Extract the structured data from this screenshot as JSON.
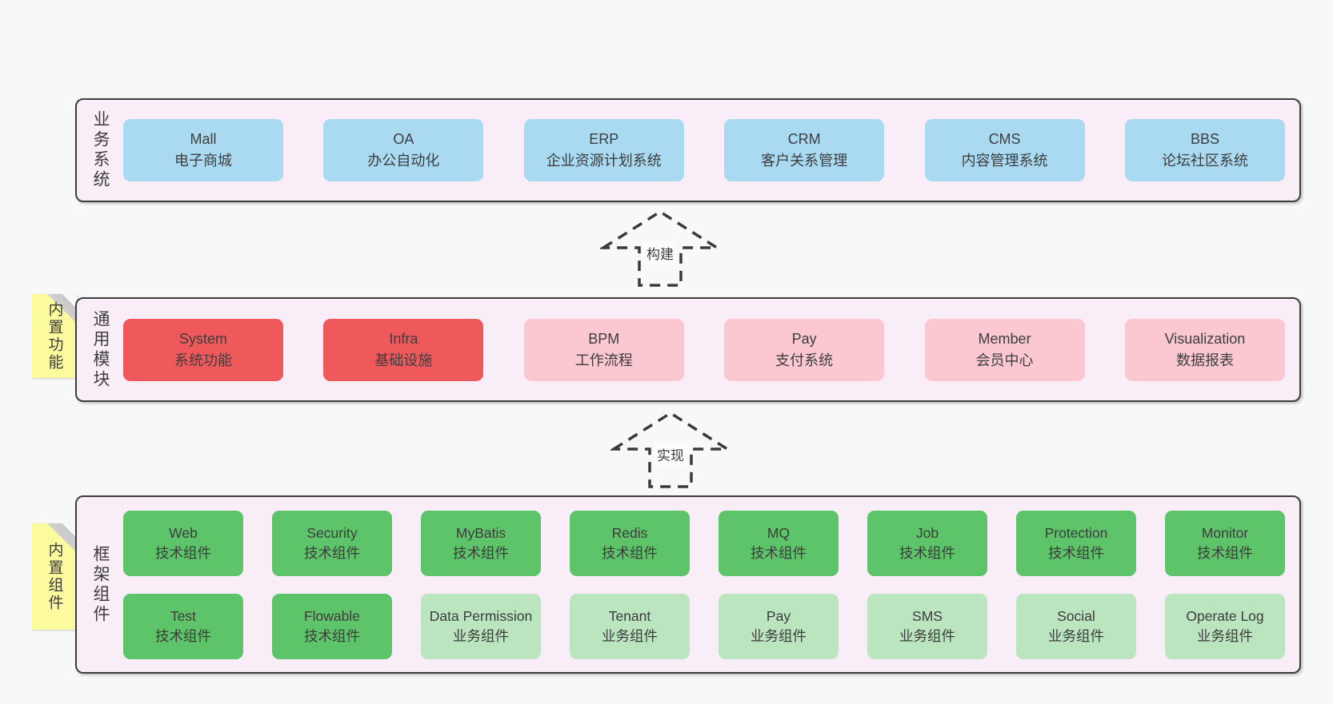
{
  "colors": {
    "page_background": "#f8f8f8",
    "container_fill": "#f9edf7",
    "container_border": "#3d3d3d",
    "blue_box": "#a9daf2",
    "red_box": "#f0595c",
    "pink_box": "#fbc8d2",
    "green_box": "#5ec46a",
    "light_green_box": "#bae5bf",
    "note_yellow": "#fbfb9d",
    "note_fold_gray": "#cfcfcf",
    "text": "#3d3d3d"
  },
  "sections": {
    "business": {
      "label": "业务系统",
      "boxes": [
        {
          "title": "Mall",
          "subtitle": "电子商城"
        },
        {
          "title": "OA",
          "subtitle": "办公自动化"
        },
        {
          "title": "ERP",
          "subtitle": "企业资源计划系统"
        },
        {
          "title": "CRM",
          "subtitle": "客户关系管理"
        },
        {
          "title": "CMS",
          "subtitle": "内容管理系统"
        },
        {
          "title": "BBS",
          "subtitle": "论坛社区系统"
        }
      ]
    },
    "modules": {
      "label": "通用模块",
      "note": "内置功能",
      "boxes": [
        {
          "title": "System",
          "subtitle": "系统功能"
        },
        {
          "title": "Infra",
          "subtitle": "基础设施"
        },
        {
          "title": "BPM",
          "subtitle": "工作流程"
        },
        {
          "title": "Pay",
          "subtitle": "支付系统"
        },
        {
          "title": "Member",
          "subtitle": "会员中心"
        },
        {
          "title": "Visualization",
          "subtitle": "数据报表"
        }
      ]
    },
    "framework": {
      "label": "框架组件",
      "note": "内置组件",
      "row1": [
        {
          "title": "Web",
          "subtitle": "技术组件"
        },
        {
          "title": "Security",
          "subtitle": "技术组件"
        },
        {
          "title": "MyBatis",
          "subtitle": "技术组件"
        },
        {
          "title": "Redis",
          "subtitle": "技术组件"
        },
        {
          "title": "MQ",
          "subtitle": "技术组件"
        },
        {
          "title": "Job",
          "subtitle": "技术组件"
        },
        {
          "title": "Protection",
          "subtitle": "技术组件"
        },
        {
          "title": "Monitor",
          "subtitle": "技术组件"
        }
      ],
      "row2": [
        {
          "title": "Test",
          "subtitle": "技术组件"
        },
        {
          "title": "Flowable",
          "subtitle": "技术组件"
        },
        {
          "title": "Data Permission",
          "subtitle": "业务组件"
        },
        {
          "title": "Tenant",
          "subtitle": "业务组件"
        },
        {
          "title": "Pay",
          "subtitle": "业务组件"
        },
        {
          "title": "SMS",
          "subtitle": "业务组件"
        },
        {
          "title": "Social",
          "subtitle": "业务组件"
        },
        {
          "title": "Operate Log",
          "subtitle": "业务组件"
        }
      ]
    }
  },
  "arrows": {
    "build": {
      "label": "构建"
    },
    "implement": {
      "label": "实现"
    }
  }
}
